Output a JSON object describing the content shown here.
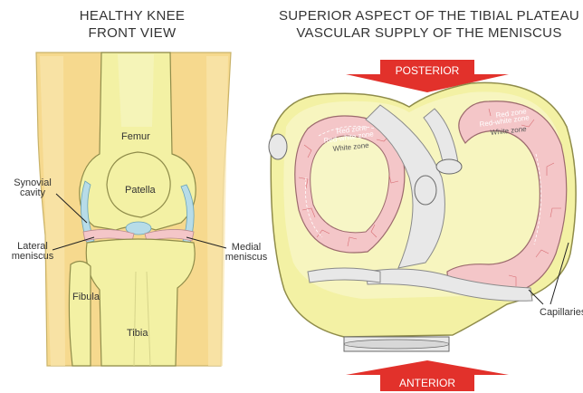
{
  "knee": {
    "title_line1": "HEALTHY KNEE",
    "title_line2": "FRONT VIEW",
    "labels": {
      "femur": "Femur",
      "patella": "Patella",
      "synovial_line1": "Synovial",
      "synovial_line2": "cavity",
      "lateral_line1": "Lateral",
      "lateral_line2": "meniscus",
      "medial_line1": "Medial",
      "medial_line2": "meniscus",
      "fibula": "Fibula",
      "tibia": "Tibia"
    }
  },
  "plateau": {
    "title_line1": "SUPERIOR ASPECT OF THE TIBIAL PLATEAU",
    "title_line2": "VASCULAR SUPPLY OF THE MENISCUS",
    "posterior": "POSTERIOR",
    "anterior": "ANTERIOR",
    "capillaries": "Capillaries",
    "zones_left": {
      "red": "Red zone",
      "red_white": "Red-white zone",
      "white": "White zone"
    },
    "zones_right": {
      "red": "Red zone",
      "red_white": "Red-white zone",
      "white": "White zone"
    }
  },
  "colors": {
    "skin": "#f6d98e",
    "bone": "#f3f1a4",
    "bone_dark": "#e6e47d",
    "meniscus": "#f4c6c8",
    "arrow_red": "#e2312b",
    "ligament": "#e8e8e8"
  }
}
